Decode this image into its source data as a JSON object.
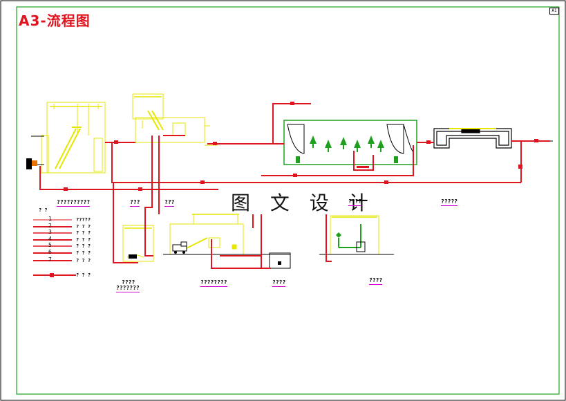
{
  "title": "A3-流程图",
  "watermark": "图 文 设 计",
  "corner_tag": "A1",
  "legend": {
    "header": "? ?",
    "items": [
      {
        "num": "1",
        "text": "?????"
      },
      {
        "num": "2",
        "text": "? ? ?"
      },
      {
        "num": "3",
        "text": "? ? ?"
      },
      {
        "num": "4",
        "text": "? ? ?"
      },
      {
        "num": "5",
        "text": "? ? ?"
      },
      {
        "num": "6",
        "text": "? ? ?"
      },
      {
        "num": "7",
        "text": "? ? ?"
      }
    ],
    "pipe_text": "? ? ?"
  },
  "unit_labels": {
    "screen": "??????????",
    "grit": "???",
    "pump": "???",
    "reactor": "????",
    "outfall": "?????",
    "sludge_tank": "????",
    "sludge_tank_sub": "???????",
    "dewatering": "????????",
    "sludge_pump": "????",
    "dosing": "????"
  }
}
